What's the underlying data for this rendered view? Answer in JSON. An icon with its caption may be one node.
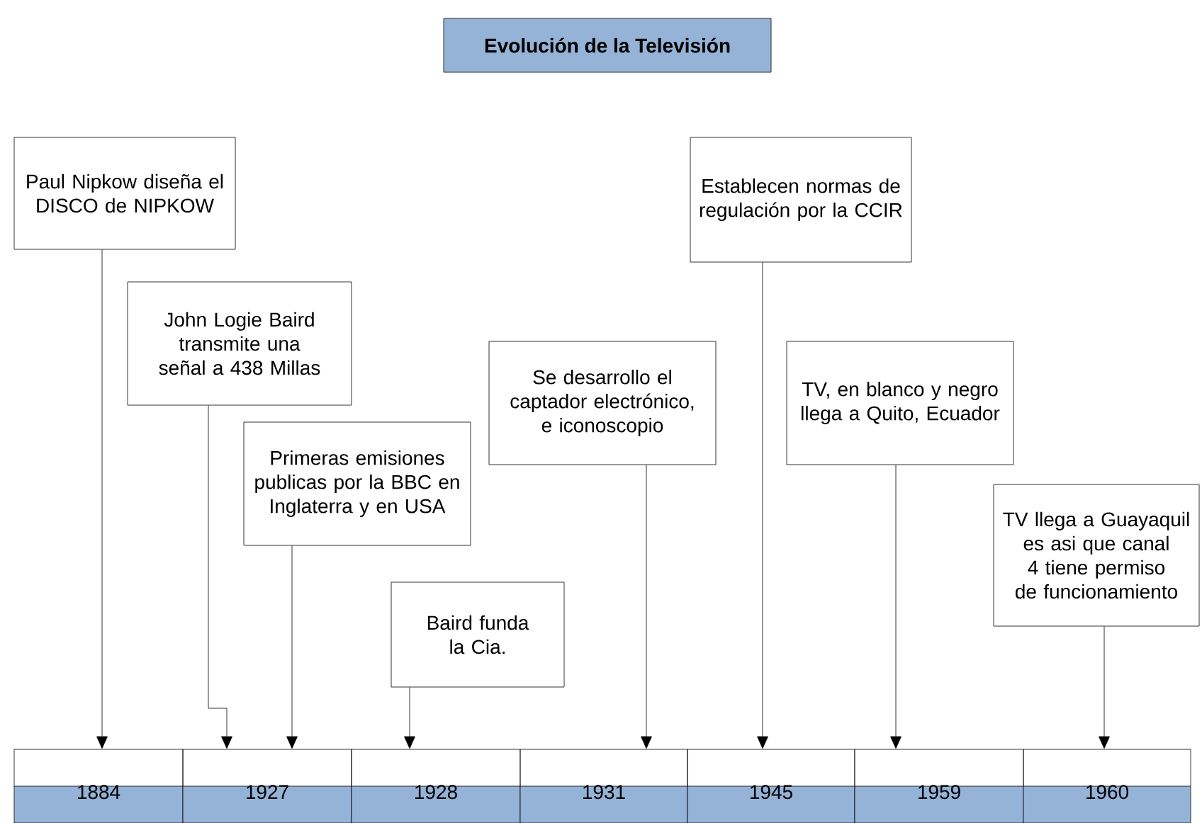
{
  "diagram": {
    "title": "Evolución de la Televisión",
    "nodes": [
      {
        "text": [
          "Paul Nipkow diseña el DISCO de NIPKOW"
        ]
      },
      {
        "text": [
          "John Logie Baird transmite una señal a 438 Millas"
        ]
      },
      {
        "text": [
          "Primeras emisiones publicas por la BBC en Inglaterra y en USA"
        ]
      },
      {
        "text": [
          "Baird funda la Cia."
        ]
      },
      {
        "text": [
          "Se desarrollo el captador electrónico, e iconoscopio"
        ]
      },
      {
        "text": [
          "Establecen normas de regulación por la CCIR"
        ]
      },
      {
        "text": [
          "TV, en blanco y negro llega a Quito, Ecuador"
        ]
      },
      {
        "text": [
          "TV llega a Guayaquil es asi que canal 4 tiene permiso de funcionamiento"
        ]
      },
      {
        "text": [
          "1884"
        ]
      },
      {
        "text": [
          "1927"
        ]
      },
      {
        "text": [
          "1928"
        ]
      },
      {
        "text": [
          "1931"
        ]
      },
      {
        "text": [
          "1945"
        ]
      },
      {
        "text": [
          "1959"
        ]
      },
      {
        "text": [
          "1960"
        ]
      }
    ],
    "edges": [
      {
        "from": 0,
        "to": 8,
        "arrow": "to"
      },
      {
        "from": 1,
        "to": 9,
        "arrow": "to"
      },
      {
        "from": 2,
        "to": 9,
        "arrow": "to"
      },
      {
        "from": 3,
        "to": 10,
        "arrow": "to"
      },
      {
        "from": 4,
        "to": 11,
        "arrow": "to"
      },
      {
        "from": 5,
        "to": 12,
        "arrow": "to"
      },
      {
        "from": 6,
        "to": 13,
        "arrow": "to"
      },
      {
        "from": 7,
        "to": 14,
        "arrow": "to"
      }
    ]
  }
}
